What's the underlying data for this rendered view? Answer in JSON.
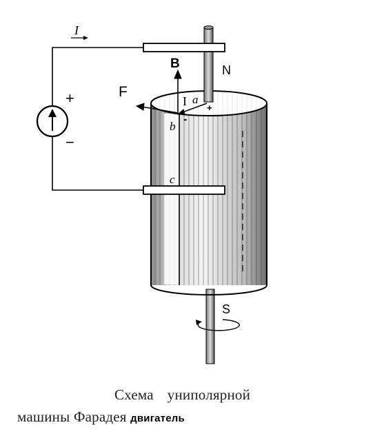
{
  "labels": {
    "current_top": "I",
    "source_plus": "+",
    "source_minus": "−",
    "field": "B",
    "force": "F",
    "current_near_axle": "I",
    "point_a": "a",
    "point_b": "b",
    "point_c": "c",
    "pole_north": "N",
    "pole_south": "S",
    "axle_plus": "+",
    "contact_minus": "-"
  },
  "caption": {
    "line1_word1": "Схема",
    "line1_word2": "униполярной",
    "line2_text": "машины Фарадея",
    "line2_bold": "двигатель"
  }
}
